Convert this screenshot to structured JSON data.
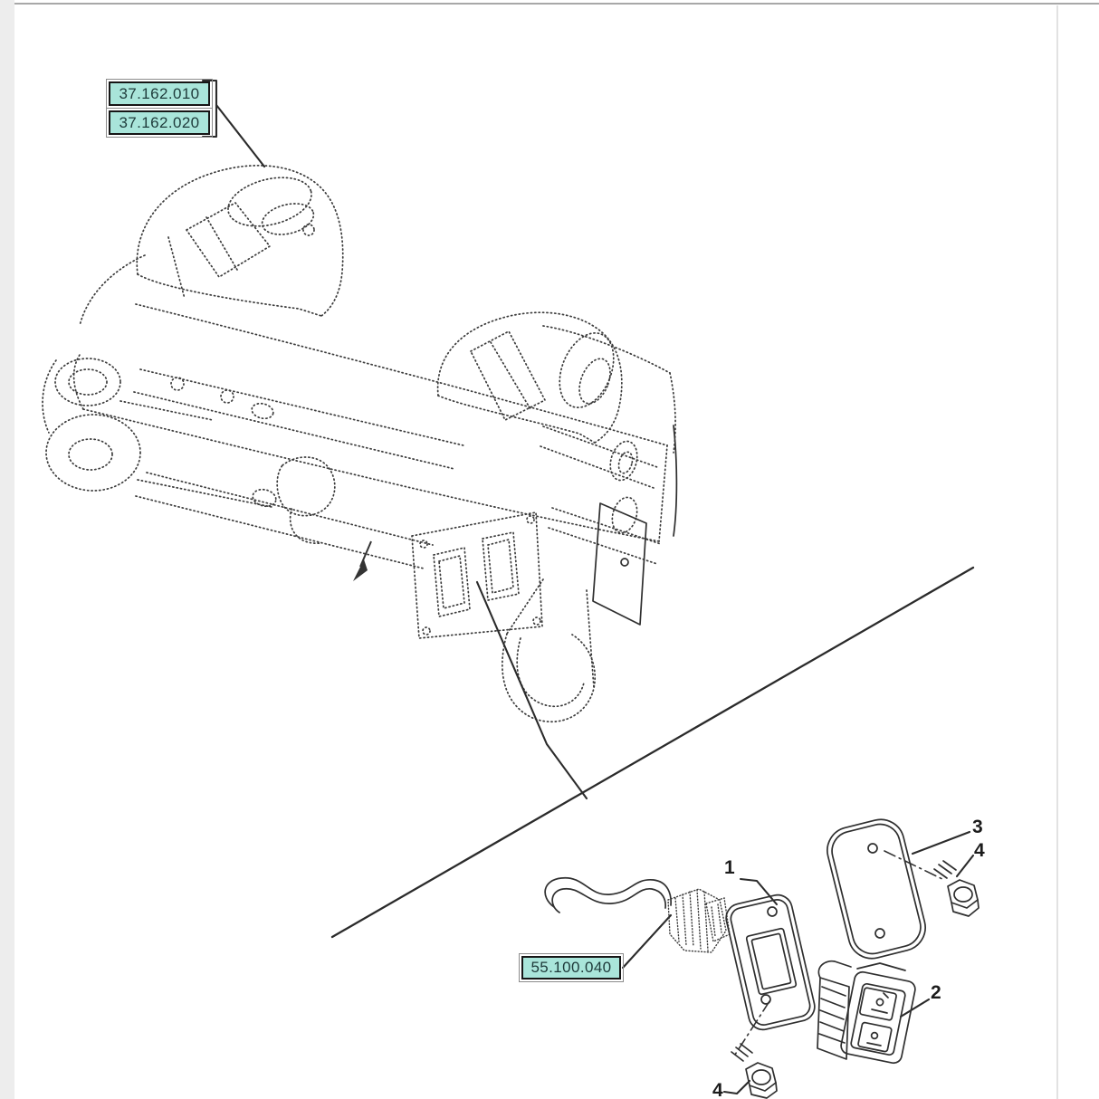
{
  "window": {
    "background": "#ffffff",
    "top_border_color": "#a8a8a8"
  },
  "diagram": {
    "type": "exploded-parts-view",
    "section_code_boxes": [
      {
        "code": "37.162.010"
      },
      {
        "code": "37.162.020"
      },
      {
        "code": "55.100.040"
      }
    ],
    "callouts": [
      {
        "label": "1"
      },
      {
        "label": "2"
      },
      {
        "label": "3"
      },
      {
        "label": "4"
      }
    ],
    "colors": {
      "highlight_fill": "#a9e5da",
      "highlight_text": "#1e3a3a",
      "line_color": "#3c3c3c"
    }
  }
}
